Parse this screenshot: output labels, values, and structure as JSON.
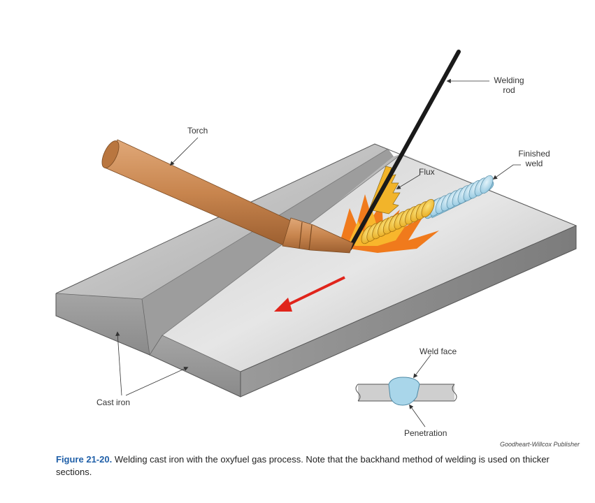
{
  "labels": {
    "welding_rod": "Welding\nrod",
    "torch": "Torch",
    "finished_weld": "Finished\nweld",
    "flux": "Flux",
    "cast_iron": "Cast iron",
    "weld_face": "Weld face",
    "penetration": "Penetration"
  },
  "credit": "Goodheart-Willcox Publisher",
  "caption": {
    "figure_number": "Figure 21-20.",
    "text": " Welding cast iron with the oxyfuel gas process. Note that the backhand method of welding is used on thicker sections."
  },
  "colors": {
    "plate_top": "#c8c8c8",
    "plate_side": "#8e8e8e",
    "torch": "#c98a52",
    "weld_bead_hot": "#f2c12a",
    "weld_bead_cool": "#a9d6ea",
    "flame": "#f07a1c",
    "arrow": "#e0241b",
    "rod": "#1a1a1a"
  }
}
